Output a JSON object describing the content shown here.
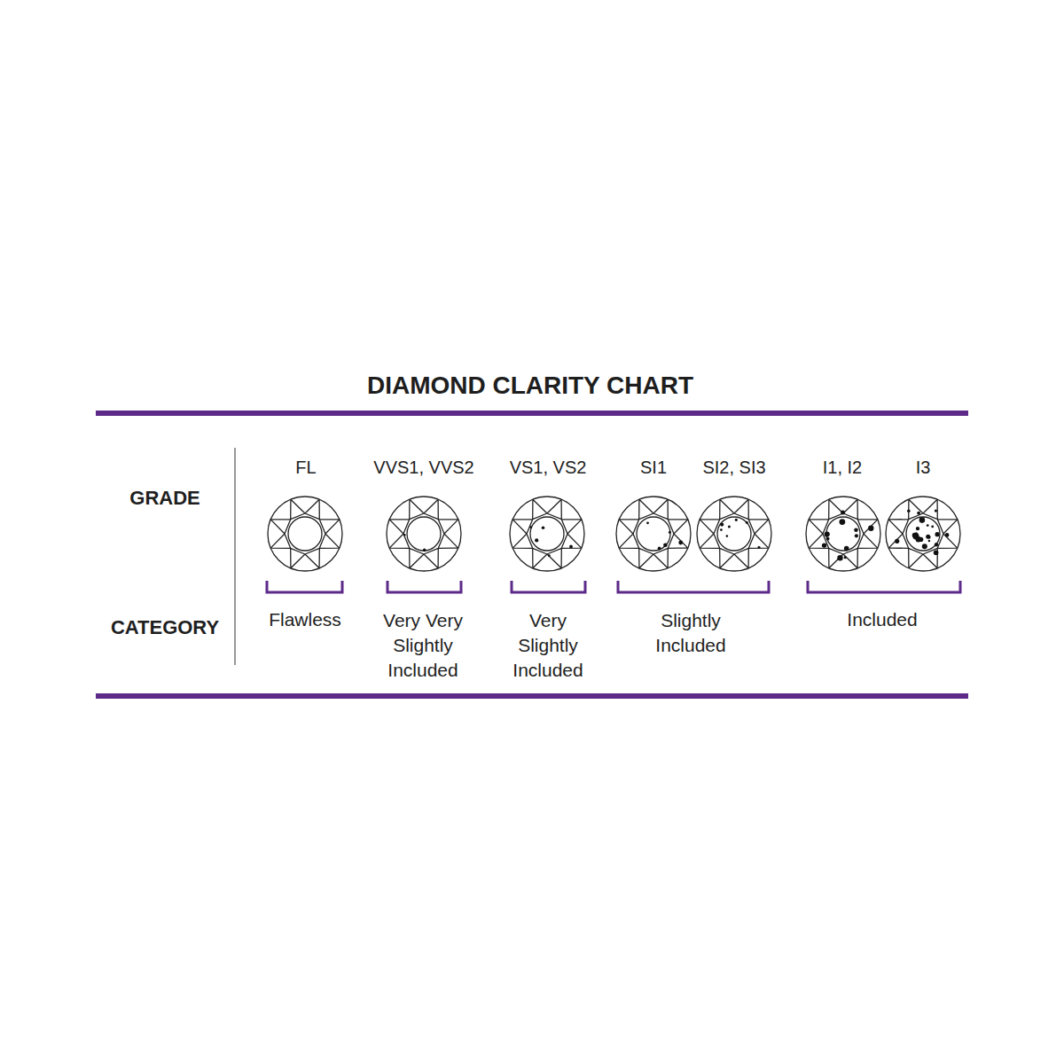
{
  "diagram": {
    "title": "DIAMOND CLARITY CHART",
    "labels": [
      "GRADE",
      "CATEGORY",
      "FL",
      "VVS1, VVS2",
      "VS1, VS2",
      "SI1",
      "SI2, SI3",
      "I1, I2",
      "I3",
      "Flawless",
      "Very Very Slightly Included",
      "Very Slightly Included",
      "Slightly Included",
      "Included"
    ]
  }
}
